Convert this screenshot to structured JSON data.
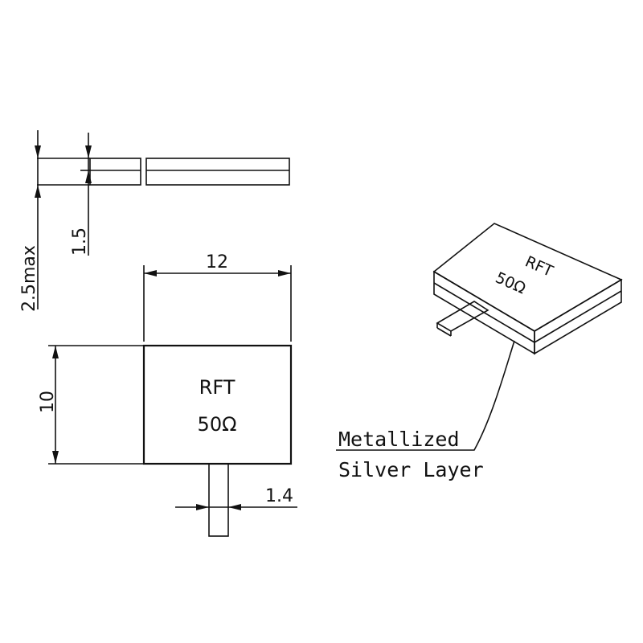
{
  "dimensions": {
    "total_thickness": "2.5max",
    "substrate_thickness": "1.5",
    "width": "12",
    "height": "10",
    "tab_width": "1.4"
  },
  "component": {
    "name": "RFT",
    "value": "50Ω"
  },
  "callout": {
    "line1": "Metallized",
    "line2": "Silver Layer"
  }
}
